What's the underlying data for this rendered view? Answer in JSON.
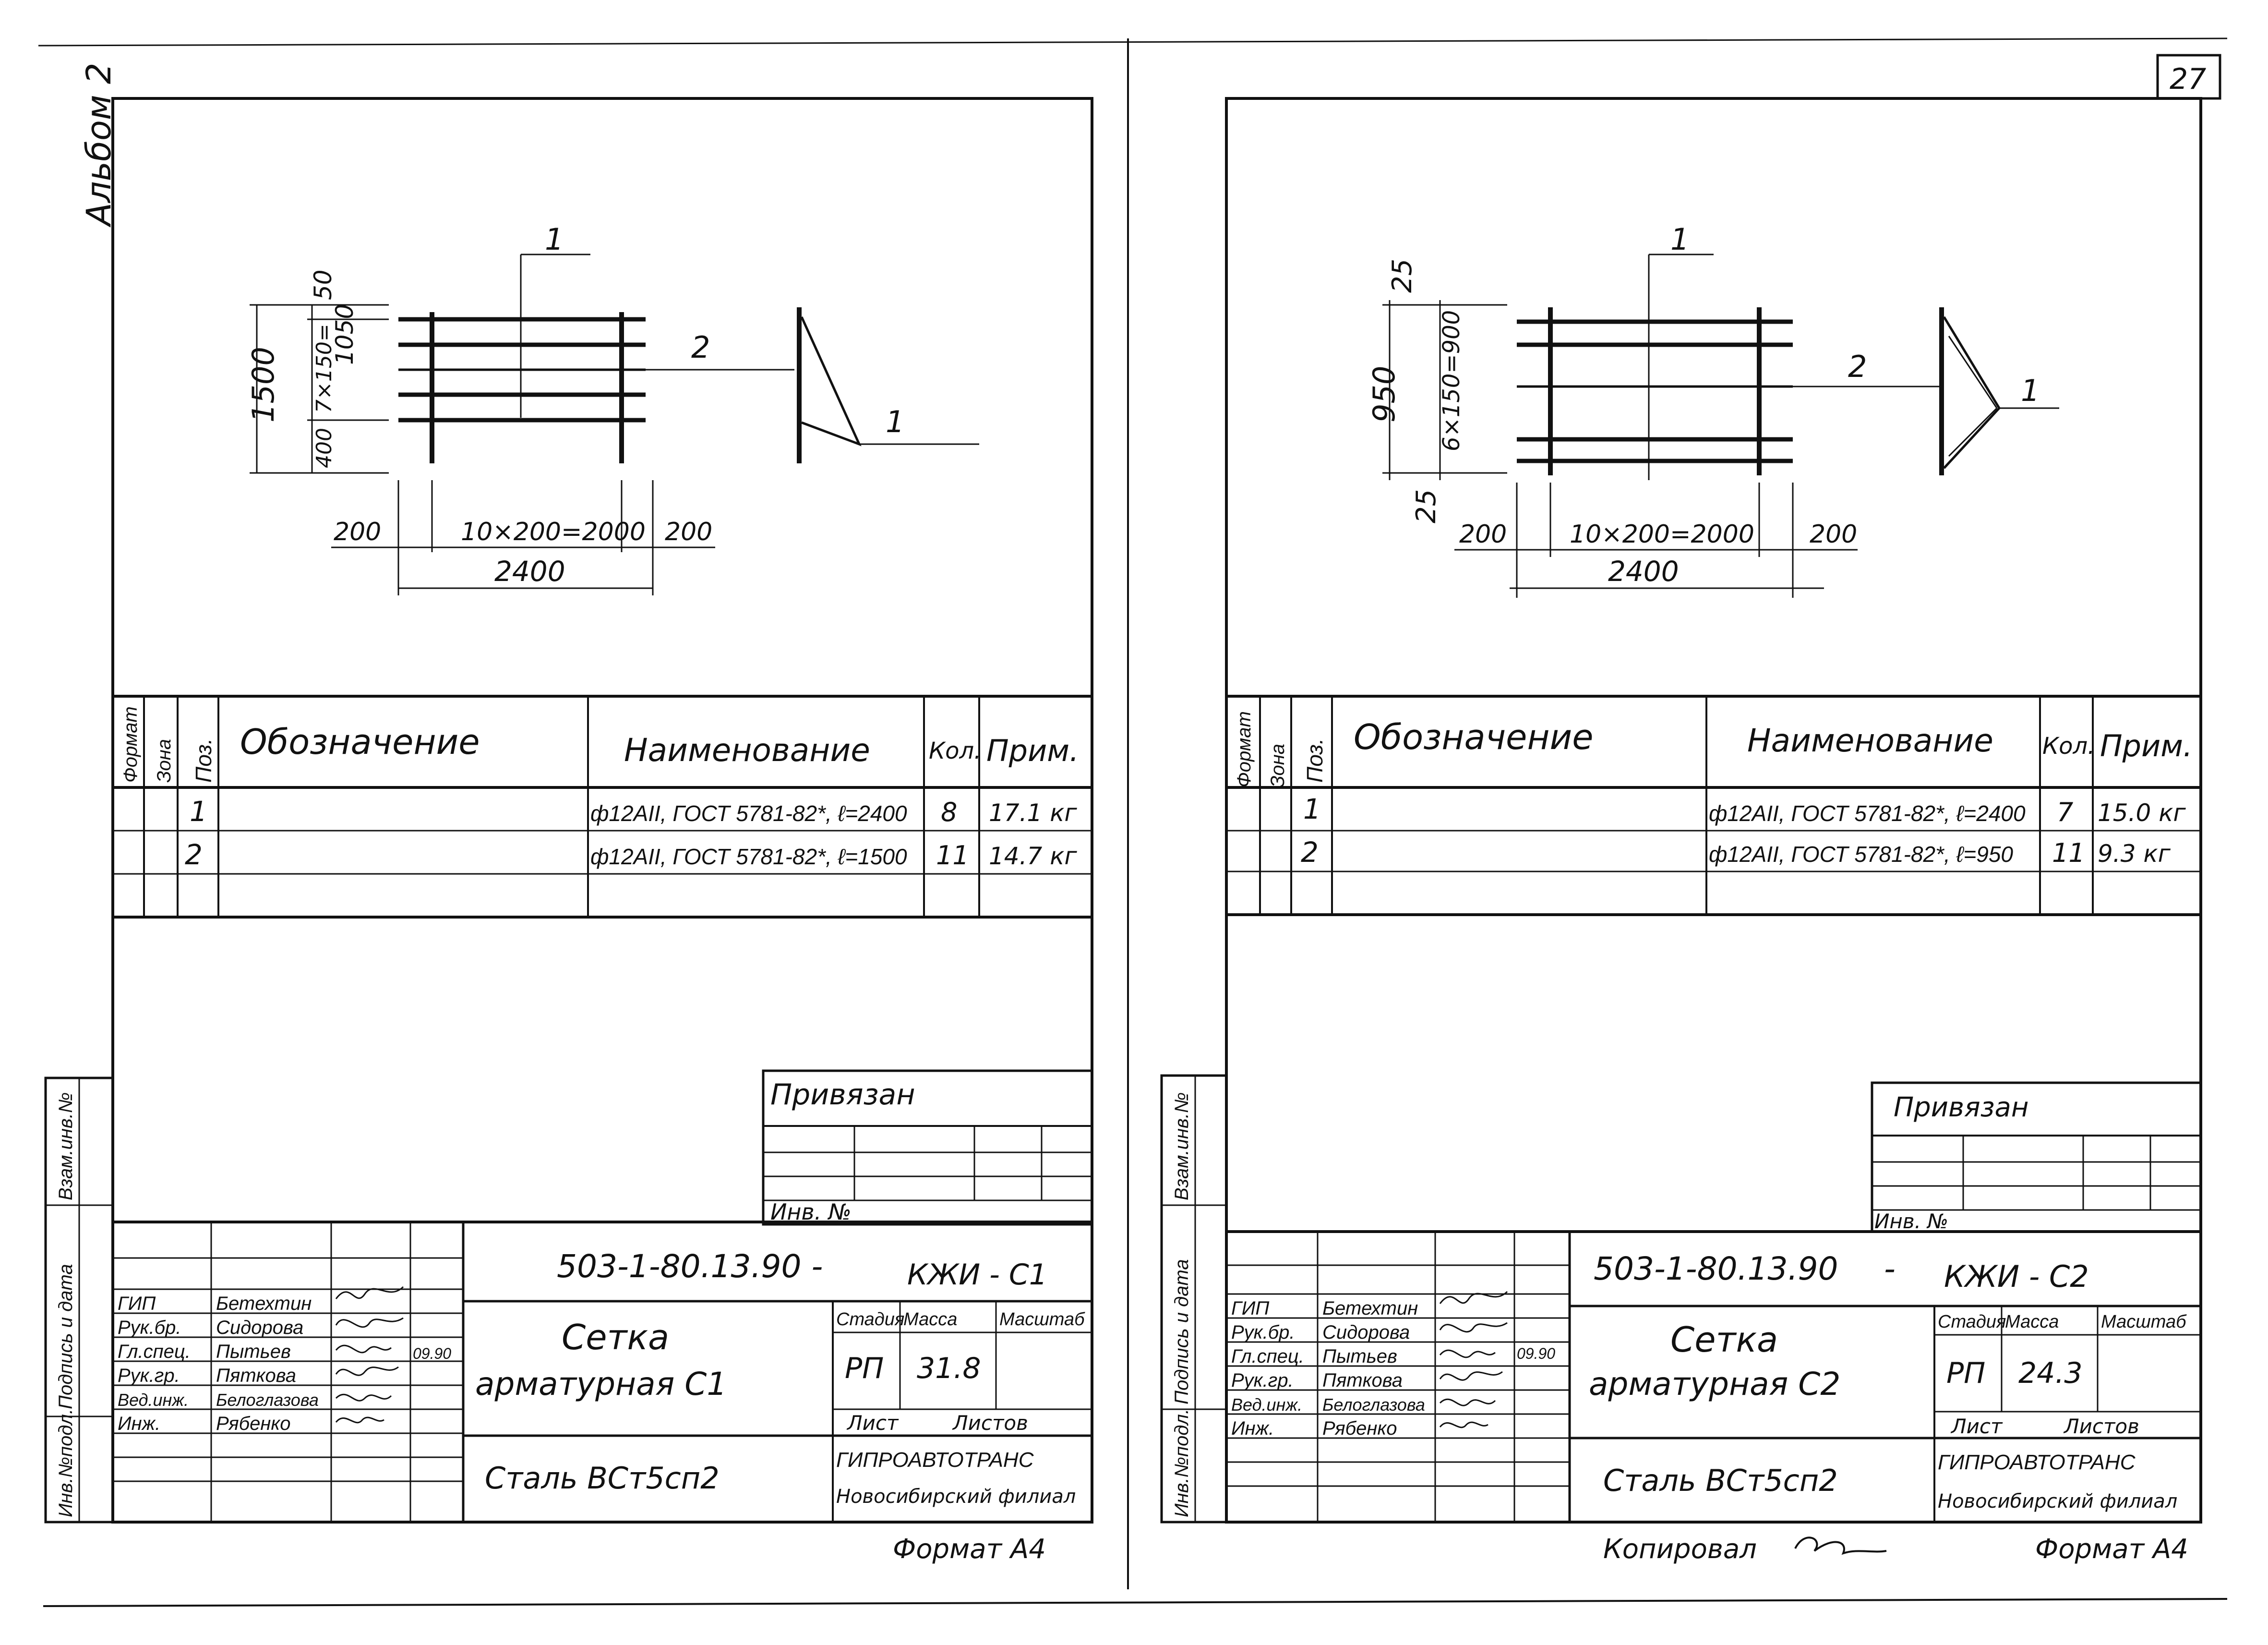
{
  "album_label": "Альбом 2",
  "page_number": "27",
  "left_sheet": {
    "dims": {
      "pos_leader": "1",
      "rod_leader": "2",
      "rod_callout": "1",
      "top_offset": "50",
      "height_total": "1500",
      "spacing": "7×150=",
      "span": "1050",
      "bottom_offset": "400",
      "margin_left": "200",
      "bar_spacing": "10×200=2000",
      "margin_right": "200",
      "width_total": "2400"
    },
    "spec": {
      "headers": {
        "format": "Формат",
        "zone": "Зона",
        "pos": "Поз.",
        "designation": "Обозначение",
        "name": "Наименование",
        "qty": "Кол.",
        "note": "Прим."
      },
      "rows": [
        {
          "pos": "1",
          "name": "ф12АII, ГОСТ 5781-82*, ℓ=2400",
          "qty": "8",
          "note": "17.1 кг"
        },
        {
          "pos": "2",
          "name": "ф12АII, ГОСТ 5781-82*, ℓ=1500",
          "qty": "11",
          "note": "14.7 кг"
        }
      ]
    },
    "binding": {
      "title": "Привязан",
      "inv": "Инв. №"
    },
    "side_stamp": {
      "inv_orig": "Инв.№подл.",
      "sign_date": "Подпись и дата",
      "replace_inv": "Взам.инв.№"
    },
    "title_block": {
      "code": "503-1-80.13.90 -",
      "mark": "КЖИ - С1",
      "title_line1": "Сетка",
      "title_line2": "арматурная С1",
      "material": "Сталь  ВСт5сп2",
      "stage_label": "Стадия",
      "mass_label": "Масса",
      "scale_label": "Масштаб",
      "stage": "РП",
      "mass": "31.8",
      "sheet_label": "Лист",
      "sheets_label": "Листов",
      "org_line1": "ГИПРОАВТОТРАНС",
      "org_line2": "Новосибирский филиал",
      "date": "09.90",
      "roles": [
        {
          "role": "ГИП",
          "name": "Бетехтин"
        },
        {
          "role": "Рук.бр.",
          "name": "Сидорова"
        },
        {
          "role": "Гл.спец.",
          "name": "Пытьев"
        },
        {
          "role": "Рук.гр.",
          "name": "Пяткова"
        },
        {
          "role": "Вед.инж.",
          "name": "Белоглазова"
        },
        {
          "role": "Инж.",
          "name": "Рябенко"
        }
      ],
      "format_label": "Формат А4"
    }
  },
  "right_sheet": {
    "dims": {
      "pos_leader": "1",
      "rod_leader": "2",
      "rod_callout": "1",
      "top_offset": "25",
      "height_total": "950",
      "spacing": "6×150=900",
      "bottom_offset": "25",
      "margin_left": "200",
      "bar_spacing": "10×200=2000",
      "margin_right": "200",
      "width_total": "2400"
    },
    "spec": {
      "headers": {
        "format": "Формат",
        "zone": "Зона",
        "pos": "Поз.",
        "designation": "Обозначение",
        "name": "Наименование",
        "qty": "Кол.",
        "note": "Прим."
      },
      "rows": [
        {
          "pos": "1",
          "name": "ф12АII, ГОСТ 5781-82*, ℓ=2400",
          "qty": "7",
          "note": "15.0 кг"
        },
        {
          "pos": "2",
          "name": "ф12АII, ГОСТ 5781-82*, ℓ=950",
          "qty": "11",
          "note": "9.3 кг"
        }
      ]
    },
    "binding": {
      "title": "Привязан",
      "inv": "Инв. №"
    },
    "side_stamp": {
      "inv_orig": "Инв.№подл.",
      "sign_date": "Подпись и дата",
      "replace_inv": "Взам.инв.№"
    },
    "title_block": {
      "code": "503-1-80.13.90",
      "dash": "-",
      "mark": "КЖИ - С2",
      "title_line1": "Сетка",
      "title_line2": "арматурная С2",
      "material": "Сталь  ВСт5сп2",
      "stage_label": "Стадия",
      "mass_label": "Масса",
      "scale_label": "Масштаб",
      "stage": "РП",
      "mass": "24.3",
      "sheet_label": "Лист",
      "sheets_label": "Листов",
      "org_line1": "ГИПРОАВТОТРАНС",
      "org_line2": "Новосибирский филиал",
      "date": "09.90",
      "roles": [
        {
          "role": "ГИП",
          "name": "Бетехтин"
        },
        {
          "role": "Рук.бр.",
          "name": "Сидорова"
        },
        {
          "role": "Гл.спец.",
          "name": "Пытьев"
        },
        {
          "role": "Рук.гр.",
          "name": "Пяткова"
        },
        {
          "role": "Вед.инж.",
          "name": "Белоглазова"
        },
        {
          "role": "Инж.",
          "name": "Рябенко"
        }
      ],
      "copied_label": "Копировал",
      "format_label": "Формат А4"
    }
  }
}
